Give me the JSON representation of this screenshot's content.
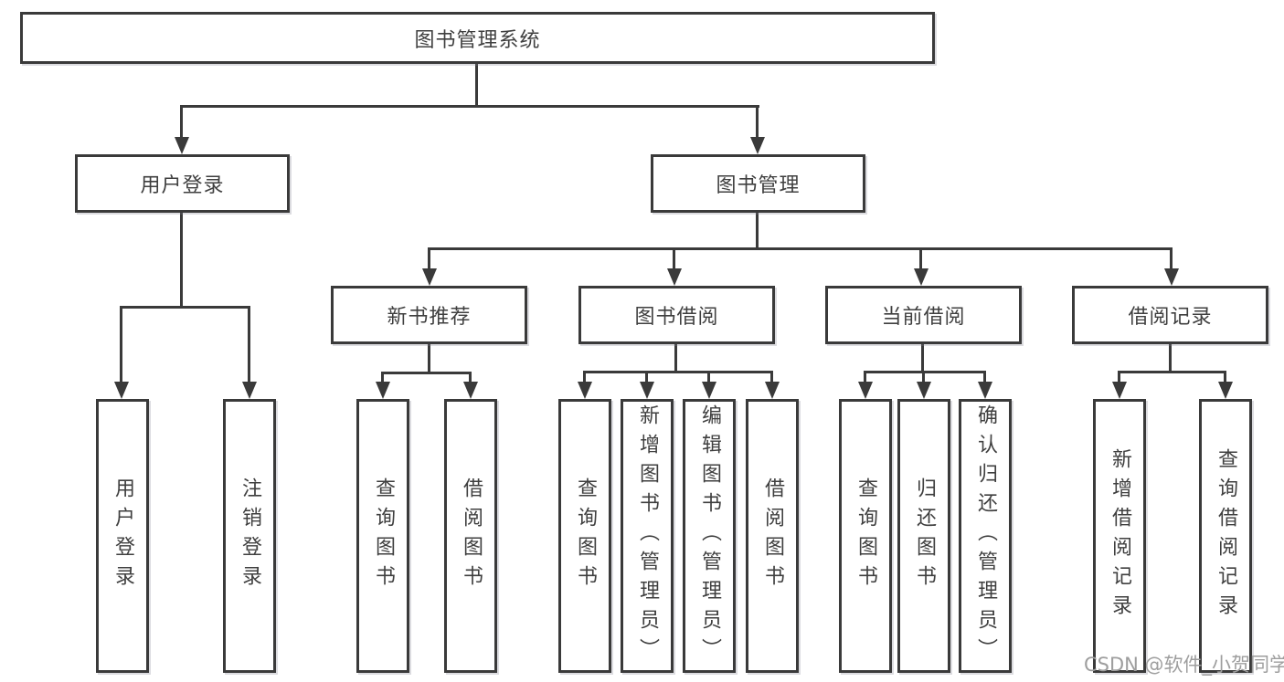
{
  "diagram": {
    "root": {
      "label": "图书管理系统"
    },
    "branches": [
      {
        "label": "用户登录",
        "children": [
          {
            "label": "用户登录"
          },
          {
            "label": "注销登录"
          }
        ]
      },
      {
        "label": "图书管理",
        "children": [
          {
            "label": "新书推荐",
            "children": [
              {
                "label": "查询图书"
              },
              {
                "label": "借阅图书"
              }
            ]
          },
          {
            "label": "图书借阅",
            "children": [
              {
                "label": "查询图书"
              },
              {
                "label": "新增图书（管理员）"
              },
              {
                "label": "编辑图书（管理员）"
              },
              {
                "label": "借阅图书"
              }
            ]
          },
          {
            "label": "当前借阅",
            "children": [
              {
                "label": "查询图书"
              },
              {
                "label": "归还图书"
              },
              {
                "label": "确认归还（管理员）"
              }
            ]
          },
          {
            "label": "借阅记录",
            "children": [
              {
                "label": "新增借阅记录"
              },
              {
                "label": "查询借阅记录"
              }
            ]
          }
        ]
      }
    ],
    "watermark": "CSDN @软件_小贺同学",
    "colors": {
      "line": "#3a3a3a",
      "text": "#3f3f3f",
      "background": "#ffffff",
      "watermark": "#9e9e9e"
    }
  }
}
